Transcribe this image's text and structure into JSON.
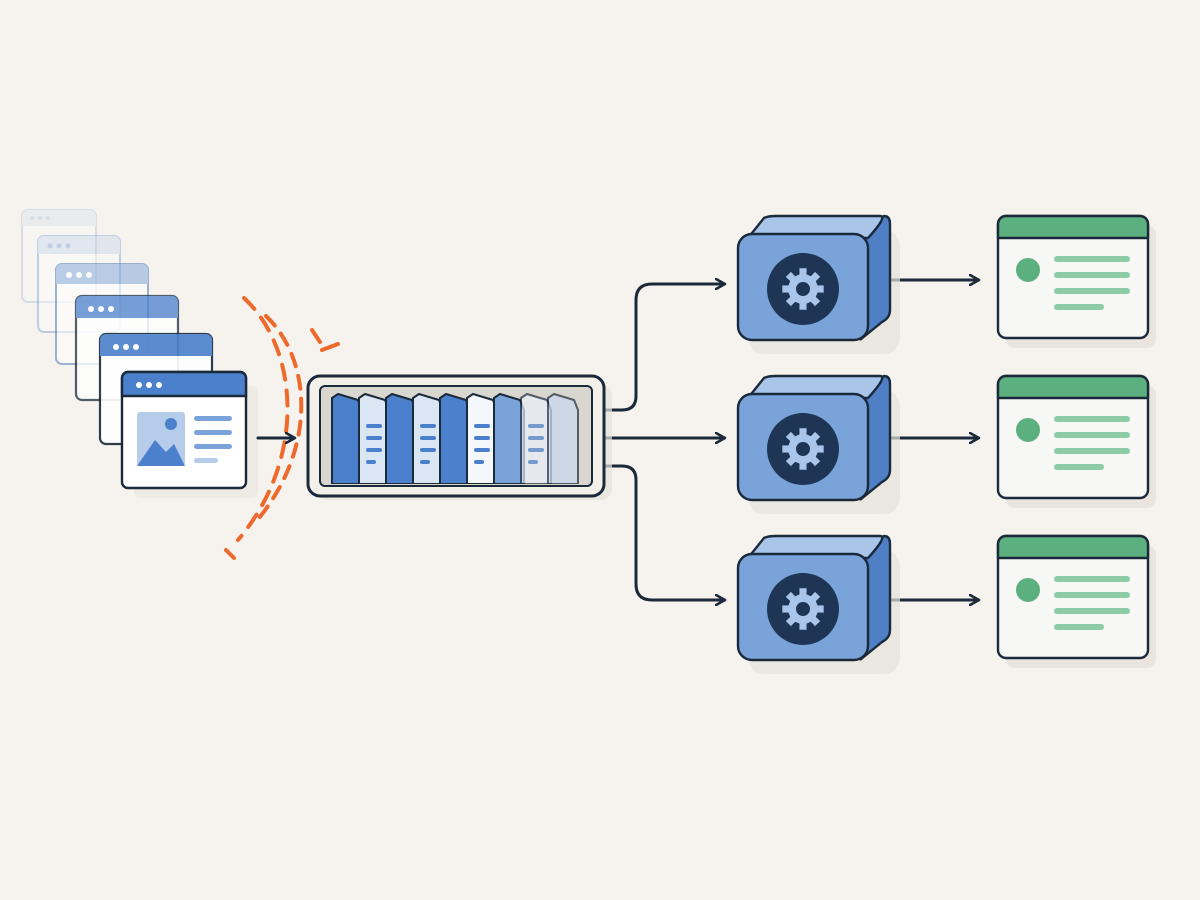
{
  "diagram": {
    "colors": {
      "background": "#f6f3ee",
      "outline": "#1a2a3a",
      "page_blue": "#4a80cc",
      "page_blue_light": "#b6cceb",
      "worker_blue": "#7aa3d9",
      "worker_blue_top": "#a9c5ea",
      "worker_blue_side": "#4f7fc4",
      "gear_disk": "#1e3556",
      "gear": "#a9c5ea",
      "result_green": "#5cb07f",
      "result_green_line": "#8ccca4",
      "throttle_orange": "#ee6a2c",
      "shadow": "#e6e1da"
    },
    "icons": {
      "pages": "web-page-icon",
      "page_image": "image-icon",
      "limiter": "rate-limit-arc-icon",
      "queue": "queue-buffer-icon",
      "worker": "gear-icon",
      "result": "result-card-icon"
    },
    "layers": {
      "incoming_pages": 6,
      "queued_items": 9,
      "workers": 3,
      "results": 3
    }
  }
}
